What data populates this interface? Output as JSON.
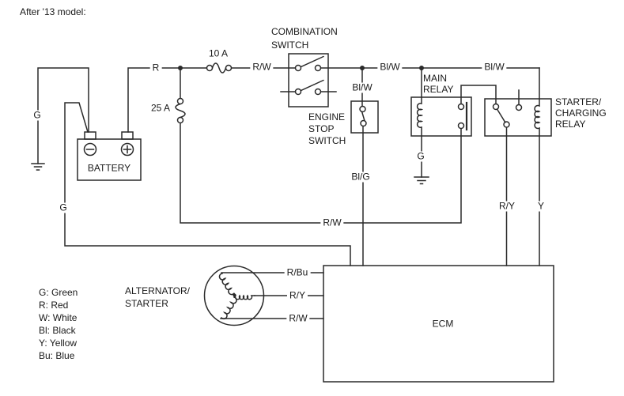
{
  "title": "After '13 model:",
  "colors": {
    "line": "#2a2a2a",
    "text": "#1a1a1a",
    "background": "#ffffff"
  },
  "components": {
    "battery": {
      "label": "BATTERY"
    },
    "fuse_10a": {
      "label": "10 A"
    },
    "fuse_25a": {
      "label": "25 A"
    },
    "combination_switch": {
      "label": [
        "COMBINATION",
        "SWITCH"
      ]
    },
    "engine_stop_switch": {
      "label": [
        "ENGINE",
        "STOP",
        "SWITCH"
      ]
    },
    "main_relay": {
      "label": [
        "MAIN",
        "RELAY"
      ]
    },
    "starter_charging_relay": {
      "label": [
        "STARTER/",
        "CHARGING",
        "RELAY"
      ]
    },
    "alternator_starter": {
      "label": [
        "ALTERNATOR/",
        "STARTER"
      ]
    },
    "ecm": {
      "label": "ECM"
    }
  },
  "wire_labels": {
    "r_top": "R",
    "rw_top": "R/W",
    "blw_top_left": "Bl/W",
    "blw_top_right": "Bl/W",
    "blw_drop": "Bl/W",
    "blg_drop": "Bl/G",
    "g_battery_ground": "G",
    "g_battery_ecm": "G",
    "g_main_relay": "G",
    "rw_bottom": "R/W",
    "ry_starter": "R/Y",
    "y_starter": "Y",
    "alt_rbu": "R/Bu",
    "alt_ry": "R/Y",
    "alt_rw": "R/W"
  },
  "legend": {
    "items": [
      "G: Green",
      "R: Red",
      "W: White",
      "Bl: Black",
      "Y: Yellow",
      "Bu: Blue"
    ]
  }
}
